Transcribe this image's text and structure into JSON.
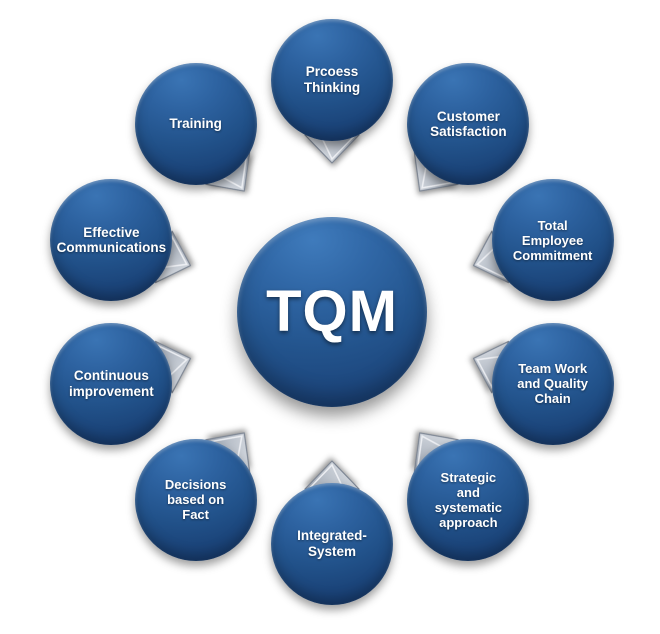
{
  "diagram": {
    "title": "TQM",
    "background_color": "#ffffff",
    "node_color": "#23548d",
    "node_text_color": "#ffffff",
    "arrow_color": "#b8bec8",
    "center": {
      "label": "TQM",
      "name": "center-node-tqm"
    },
    "nodes": [
      {
        "id": "process-thinking",
        "label": "Prcoess\nThinking",
        "angle": -90
      },
      {
        "id": "customer-satisfaction",
        "label": "Customer\nSatisfaction",
        "angle": -54
      },
      {
        "id": "total-employee-commitment",
        "label": "Total\nEmployee\nCommitment",
        "angle": -18
      },
      {
        "id": "team-work-quality-chain",
        "label": "Team Work\nand Quality\nChain",
        "angle": 18
      },
      {
        "id": "strategic-systematic-approach",
        "label": "Strategic\nand\nsystematic\napproach",
        "angle": 54
      },
      {
        "id": "integrated-system",
        "label": "Integrated-\nSystem",
        "angle": 90
      },
      {
        "id": "decisions-based-on-fact",
        "label": "Decisions\nbased on\nFact",
        "angle": 126
      },
      {
        "id": "continuous-improvement",
        "label": "Continuous\nimprovement",
        "angle": 162
      },
      {
        "id": "effective-communications",
        "label": "Effective\nCommunications",
        "angle": 198
      },
      {
        "id": "training",
        "label": "Training",
        "angle": 234
      }
    ],
    "arrows": [
      {
        "id": "arrow-up",
        "points_to": "process-thinking",
        "angle": -90
      },
      {
        "id": "arrow-up-right",
        "points_to": "customer-satisfaction",
        "angle": -54
      },
      {
        "id": "arrow-right",
        "points_to": "total-employee-commitment",
        "angle": -18
      },
      {
        "id": "arrow-down-right",
        "points_to": "team-work-quality-chain",
        "angle": 18
      },
      {
        "id": "arrow-down-right-2",
        "points_to": "strategic-systematic-approach",
        "angle": 54
      },
      {
        "id": "arrow-down",
        "points_to": "integrated-system",
        "angle": 90
      },
      {
        "id": "arrow-down-left",
        "points_to": "decisions-based-on-fact",
        "angle": 126
      },
      {
        "id": "arrow-left-down",
        "points_to": "continuous-improvement",
        "angle": 162
      },
      {
        "id": "arrow-left",
        "points_to": "effective-communications",
        "angle": 198
      },
      {
        "id": "arrow-up-left",
        "points_to": "training",
        "angle": 234
      }
    ]
  }
}
